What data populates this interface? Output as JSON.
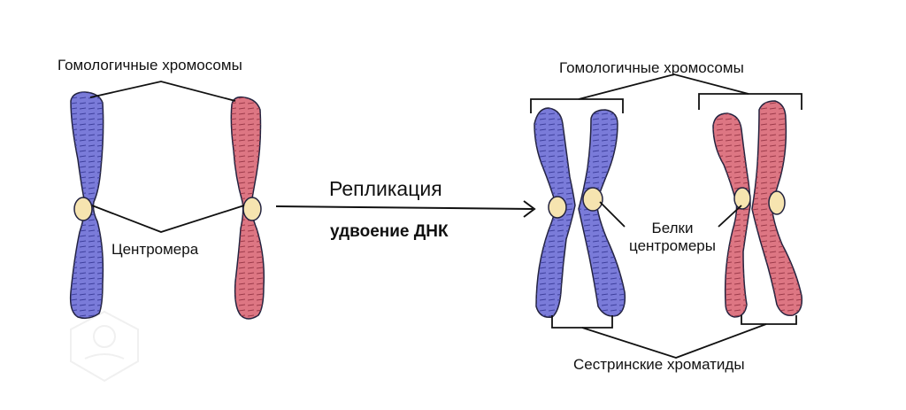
{
  "labels": {
    "homologous_left": "Гомологичные хромосомы",
    "homologous_right": "Гомологичные хромосомы",
    "centromere": "Центромера",
    "replication": "Репликация",
    "dna_doubling": "удвоение ДНК",
    "centromere_proteins_line1": "Белки",
    "centromere_proteins_line2": "центромеры",
    "sister_chromatids": "Сестринские хроматиды"
  },
  "colors": {
    "blue_chromosome": "#7a7bd9",
    "red_chromosome": "#dd7683",
    "centromere": "#f6e4b0",
    "outline": "#23233f",
    "line": "#111111"
  }
}
